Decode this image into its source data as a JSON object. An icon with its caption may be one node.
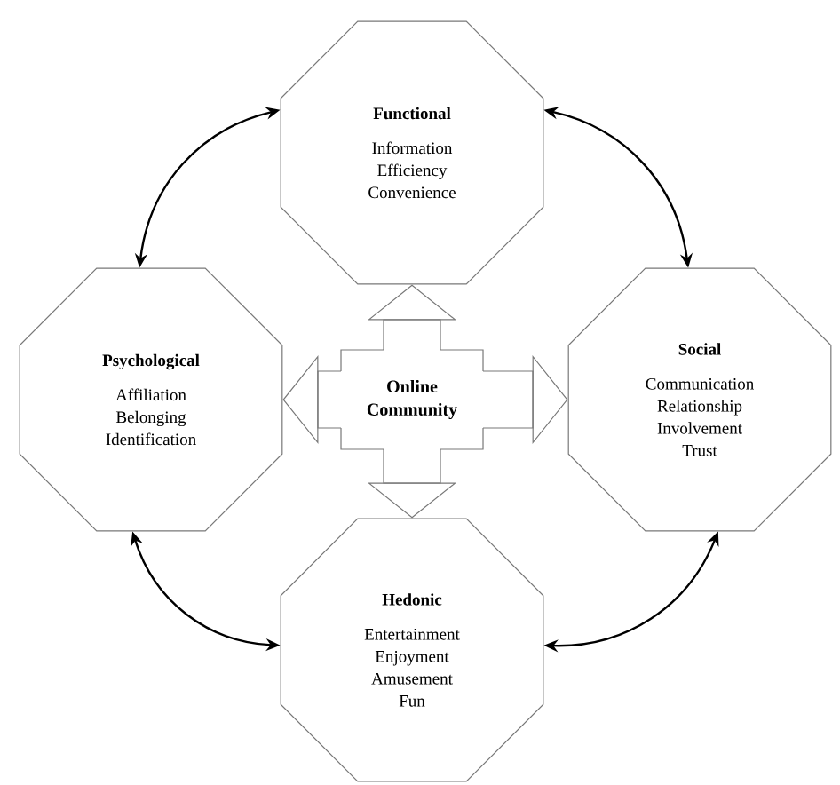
{
  "diagram": {
    "nodes": [
      {
        "text": [
          "Functional",
          "Information Efficiency Convenience"
        ]
      },
      {
        "text": [
          "Psychological",
          "Affiliation Belonging Identification"
        ]
      },
      {
        "text": [
          "Online Community"
        ]
      },
      {
        "text": [
          "Social",
          "Communication Relationship Involvement Trust"
        ]
      },
      {
        "text": [
          "Hedonic",
          "Entertainment Enjoyment Amusement Fun"
        ]
      }
    ],
    "edges": [
      {
        "from": 0,
        "to": 1,
        "arrow": "both"
      },
      {
        "from": 0,
        "to": 3,
        "arrow": "both"
      },
      {
        "from": 2,
        "to": 0,
        "arrow": "to",
        "color": "#787878"
      },
      {
        "from": 2,
        "to": 1,
        "arrow": "to",
        "color": "#787878"
      },
      {
        "from": 2,
        "to": 3,
        "arrow": "to",
        "color": "#787878"
      },
      {
        "from": 2,
        "to": 4,
        "arrow": "to",
        "color": "#787878"
      },
      {
        "from": 1,
        "to": 4,
        "arrow": "both"
      },
      {
        "from": 3,
        "to": 4,
        "arrow": "both"
      }
    ]
  }
}
